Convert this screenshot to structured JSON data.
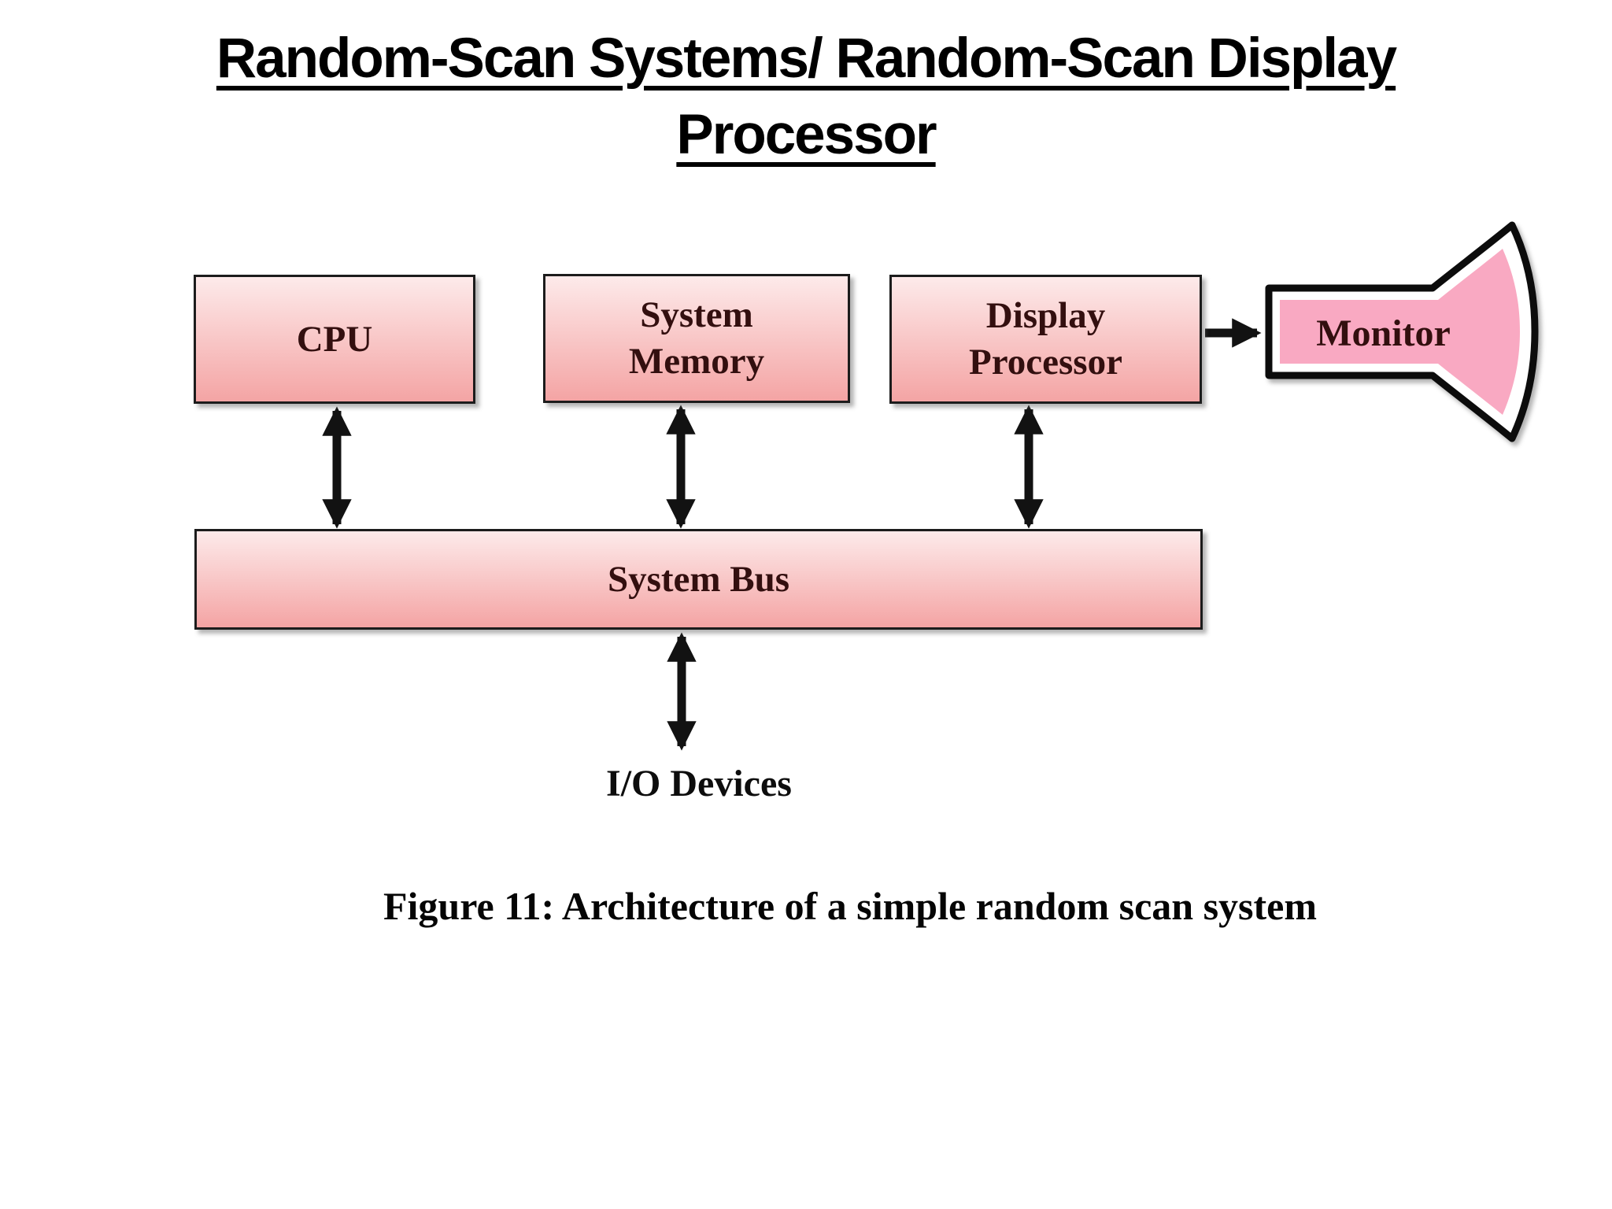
{
  "title": {
    "line1": "Random-Scan Systems/ Random-Scan Display",
    "line2": "Processor"
  },
  "diagram": {
    "boxes": {
      "cpu": {
        "label": "CPU"
      },
      "system_memory": {
        "label": "System Memory"
      },
      "display_processor": {
        "label": "Display Processor"
      },
      "system_bus": {
        "label": "System Bus"
      },
      "monitor": {
        "label": "Monitor"
      },
      "io_devices": {
        "label": "I/O Devices"
      }
    }
  },
  "caption": "Figure 11: Architecture of a simple random scan system",
  "colors": {
    "box-grad-top": "#fdeaea",
    "box-grad-bottom": "#f4a4a4",
    "box-border": "#1c1c1c",
    "box-text": "#330f0f",
    "monitor-fill": "#f9a9c2",
    "arrow-color": "#121212",
    "title-color": "#000000"
  }
}
